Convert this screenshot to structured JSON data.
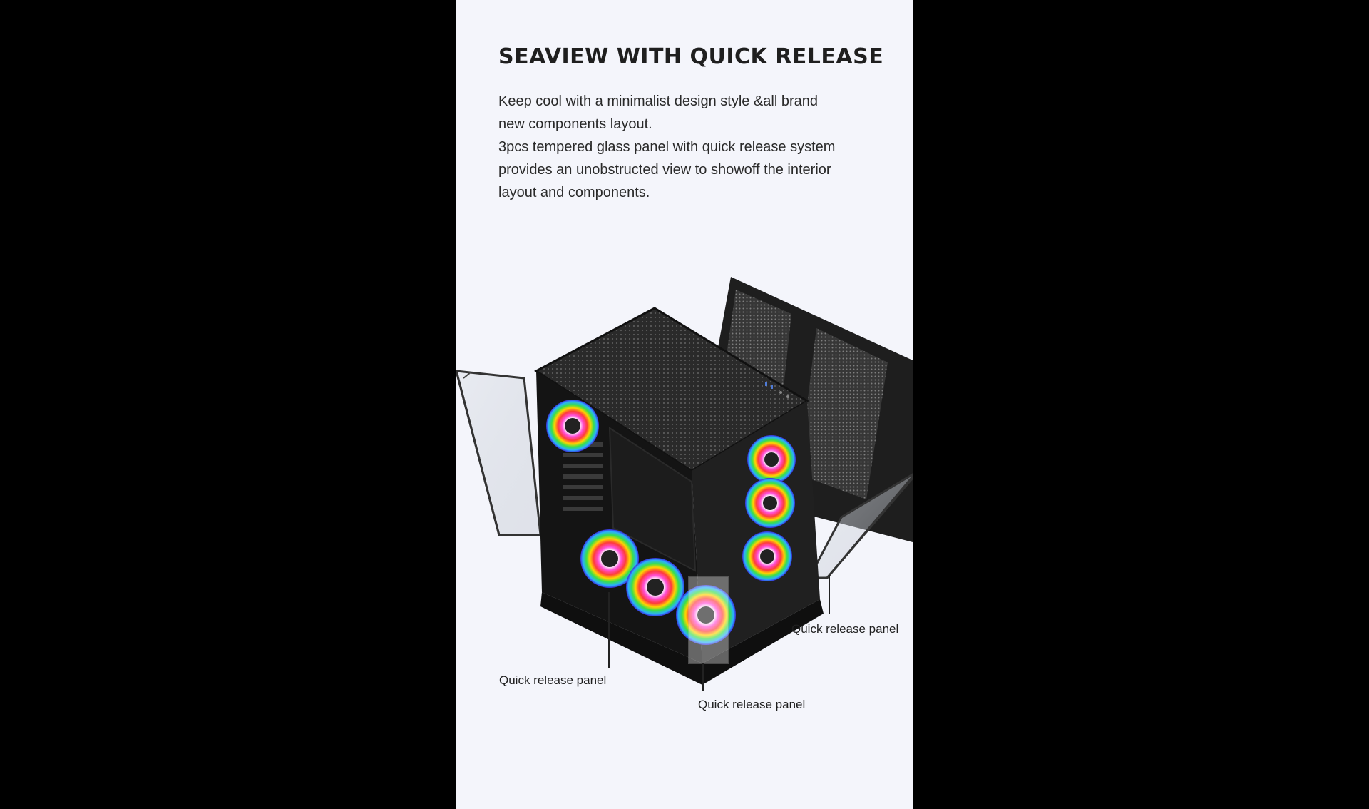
{
  "headline": "SEAVIEW WITH QUICK RELEASE",
  "description_lines": [
    "Keep cool with a minimalist design style &all brand",
    "new components layout.",
    "3pcs tempered glass panel with quick release system",
    "provides an unobstructed view to showoff the interior",
    "layout and components."
  ],
  "callouts": {
    "left": "Quick release panel",
    "center": "Quick release panel",
    "right": "Quick release panel"
  },
  "colors": {
    "page_background": "#000000",
    "panel_background": "#f4f5fb",
    "text": "#1f1f1f",
    "case_body": "#1b1b1b"
  }
}
